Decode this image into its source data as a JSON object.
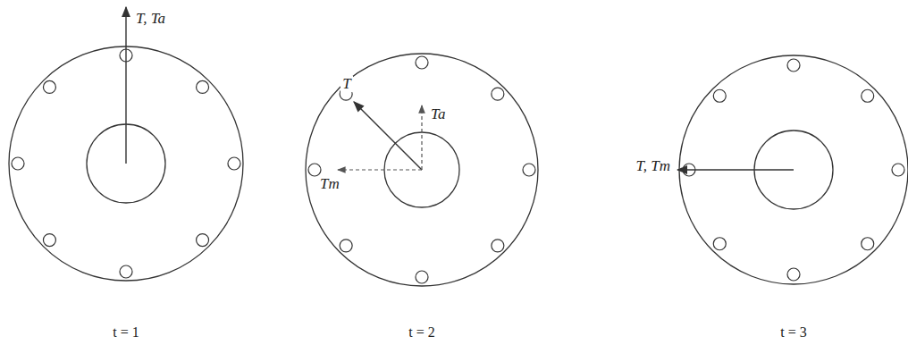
{
  "diagram": {
    "labels": [
      "T, Ta",
      "T",
      "Ta",
      "Tm",
      "T, Tm",
      "t = 1",
      "t = 2",
      "t = 3"
    ]
  }
}
